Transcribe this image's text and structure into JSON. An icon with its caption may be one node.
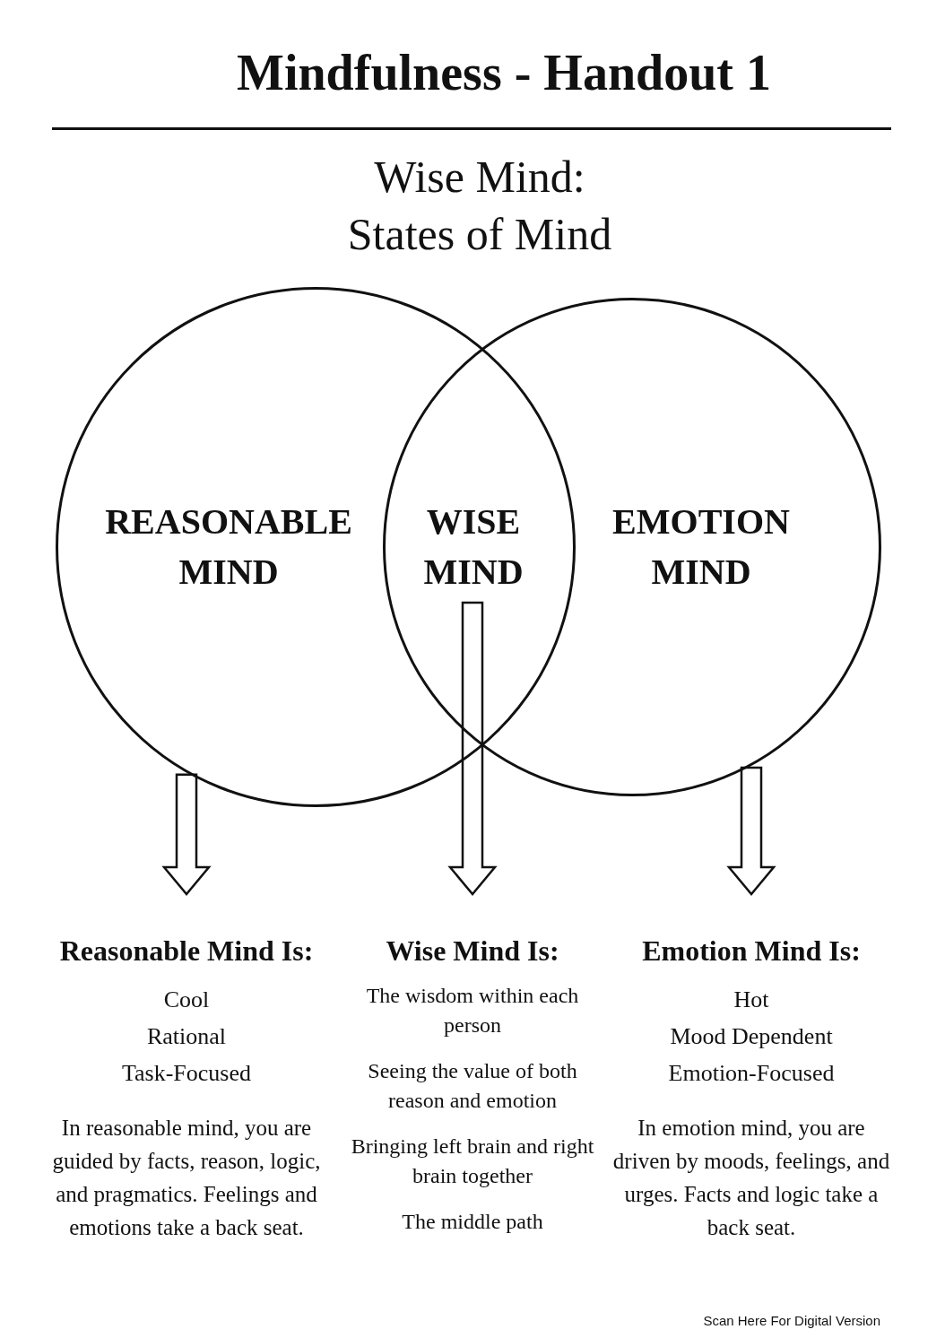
{
  "diagram": {
    "title": "Mindfulness - Handout 1",
    "nodes": [
      {
        "text": [
          "REASONABLE MIND"
        ]
      },
      {
        "text": [
          "EMOTION MIND"
        ]
      },
      {
        "text": [
          "WISE MIND"
        ]
      },
      {
        "text": [
          "Reasonable Mind Is:",
          "Cool",
          "Rational",
          "Task-Focused",
          "In reasonable mind, you are guided by facts, reason, logic, and pragmatics. Feelings and emotions take a back seat."
        ]
      },
      {
        "text": [
          "Wise Mind Is:",
          "The wisdom within each person",
          "Seeing the value of both reason and emotion",
          "Bringing left brain and right brain together",
          "The middle path"
        ]
      },
      {
        "text": [
          "Emotion Mind Is:",
          "Hot",
          "Mood Dependent",
          "Emotion-Focused",
          "In emotion mind, you are driven by moods, feelings, and urges. Facts and logic take a back seat."
        ]
      }
    ],
    "edges": [
      {
        "from": 0,
        "to": 3,
        "arrow": "to"
      },
      {
        "from": 2,
        "to": 4,
        "arrow": "to"
      },
      {
        "from": 1,
        "to": 5,
        "arrow": "to"
      }
    ],
    "labels": [
      "Wise Mind: States of Mind",
      "Scan Here For Digital Version"
    ]
  }
}
